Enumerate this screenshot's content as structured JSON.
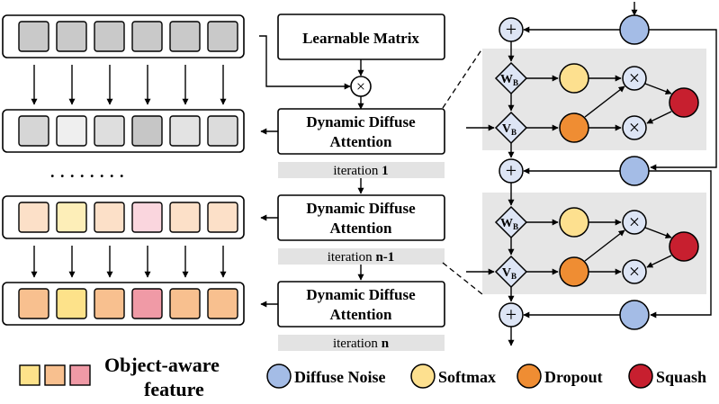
{
  "blocks": {
    "learnable_matrix": "Learnable Matrix",
    "attention_line1": "Dynamic Diffuse",
    "attention_line2": "Attention"
  },
  "iterations": [
    {
      "prefix": "iteration ",
      "value": "1"
    },
    {
      "prefix": "iteration ",
      "value": "n-1"
    },
    {
      "prefix": "iteration ",
      "value": "n"
    }
  ],
  "ellipsis": ". . . . . . . .",
  "operators": {
    "multiply": "×",
    "add": "+",
    "wb_main": "W",
    "wb_sub": "B",
    "vb_main": "V",
    "vb_sub": "B"
  },
  "legend": {
    "object_aware_line1": "Object-aware",
    "object_aware_line2": "feature",
    "items": [
      {
        "label": "Diffuse Noise",
        "color": "#a4bce6"
      },
      {
        "label": "Softmax",
        "color": "#fde08f"
      },
      {
        "label": "Dropout",
        "color": "#ef8d33"
      },
      {
        "label": "Squash",
        "color": "#c71f2f"
      }
    ]
  },
  "colors": {
    "row0_cells": [
      "#c9c9c9",
      "#c9c9c9",
      "#c9c9c9",
      "#c9c9c9",
      "#c9c9c9",
      "#c9c9c9"
    ],
    "row1_cells": [
      "#d6d6d6",
      "#efefef",
      "#dedede",
      "#c6c6c6",
      "#e3e3e3",
      "#dcdcdc"
    ],
    "row2_cells": [
      "#fce0c8",
      "#fdeeb8",
      "#fce0c8",
      "#fad6de",
      "#fce0c8",
      "#fce0c8"
    ],
    "row3_cells": [
      "#f8c08f",
      "#fde28a",
      "#f8c08f",
      "#f09aa6",
      "#f8c08f",
      "#f8c08f"
    ],
    "legend_swatches": [
      "#fde28a",
      "#f8c08f",
      "#f09aa6"
    ],
    "plus_fill": "#dde5f5",
    "iteration_bg": "#e3e3e3",
    "panel_bg": "#e6e6e6"
  }
}
